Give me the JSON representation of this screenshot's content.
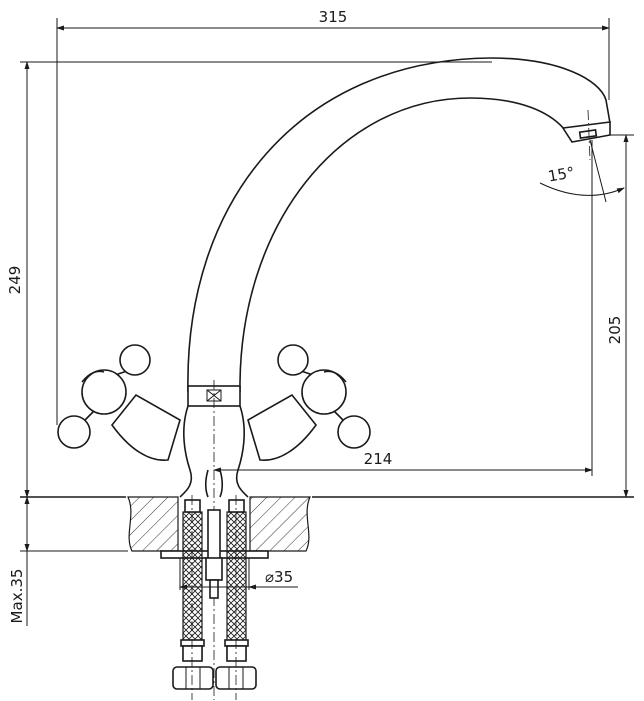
{
  "title": "Faucet dimension drawing",
  "dimensions": {
    "overall_width": "315",
    "overall_height": "249",
    "spout_height": "205",
    "spout_reach": "214",
    "spout_angle": "15°",
    "hole_diameter": "⌀35",
    "max_counter_thickness": "Max.35"
  },
  "colors": {
    "line": "#1a1a1a",
    "background": "#ffffff"
  }
}
